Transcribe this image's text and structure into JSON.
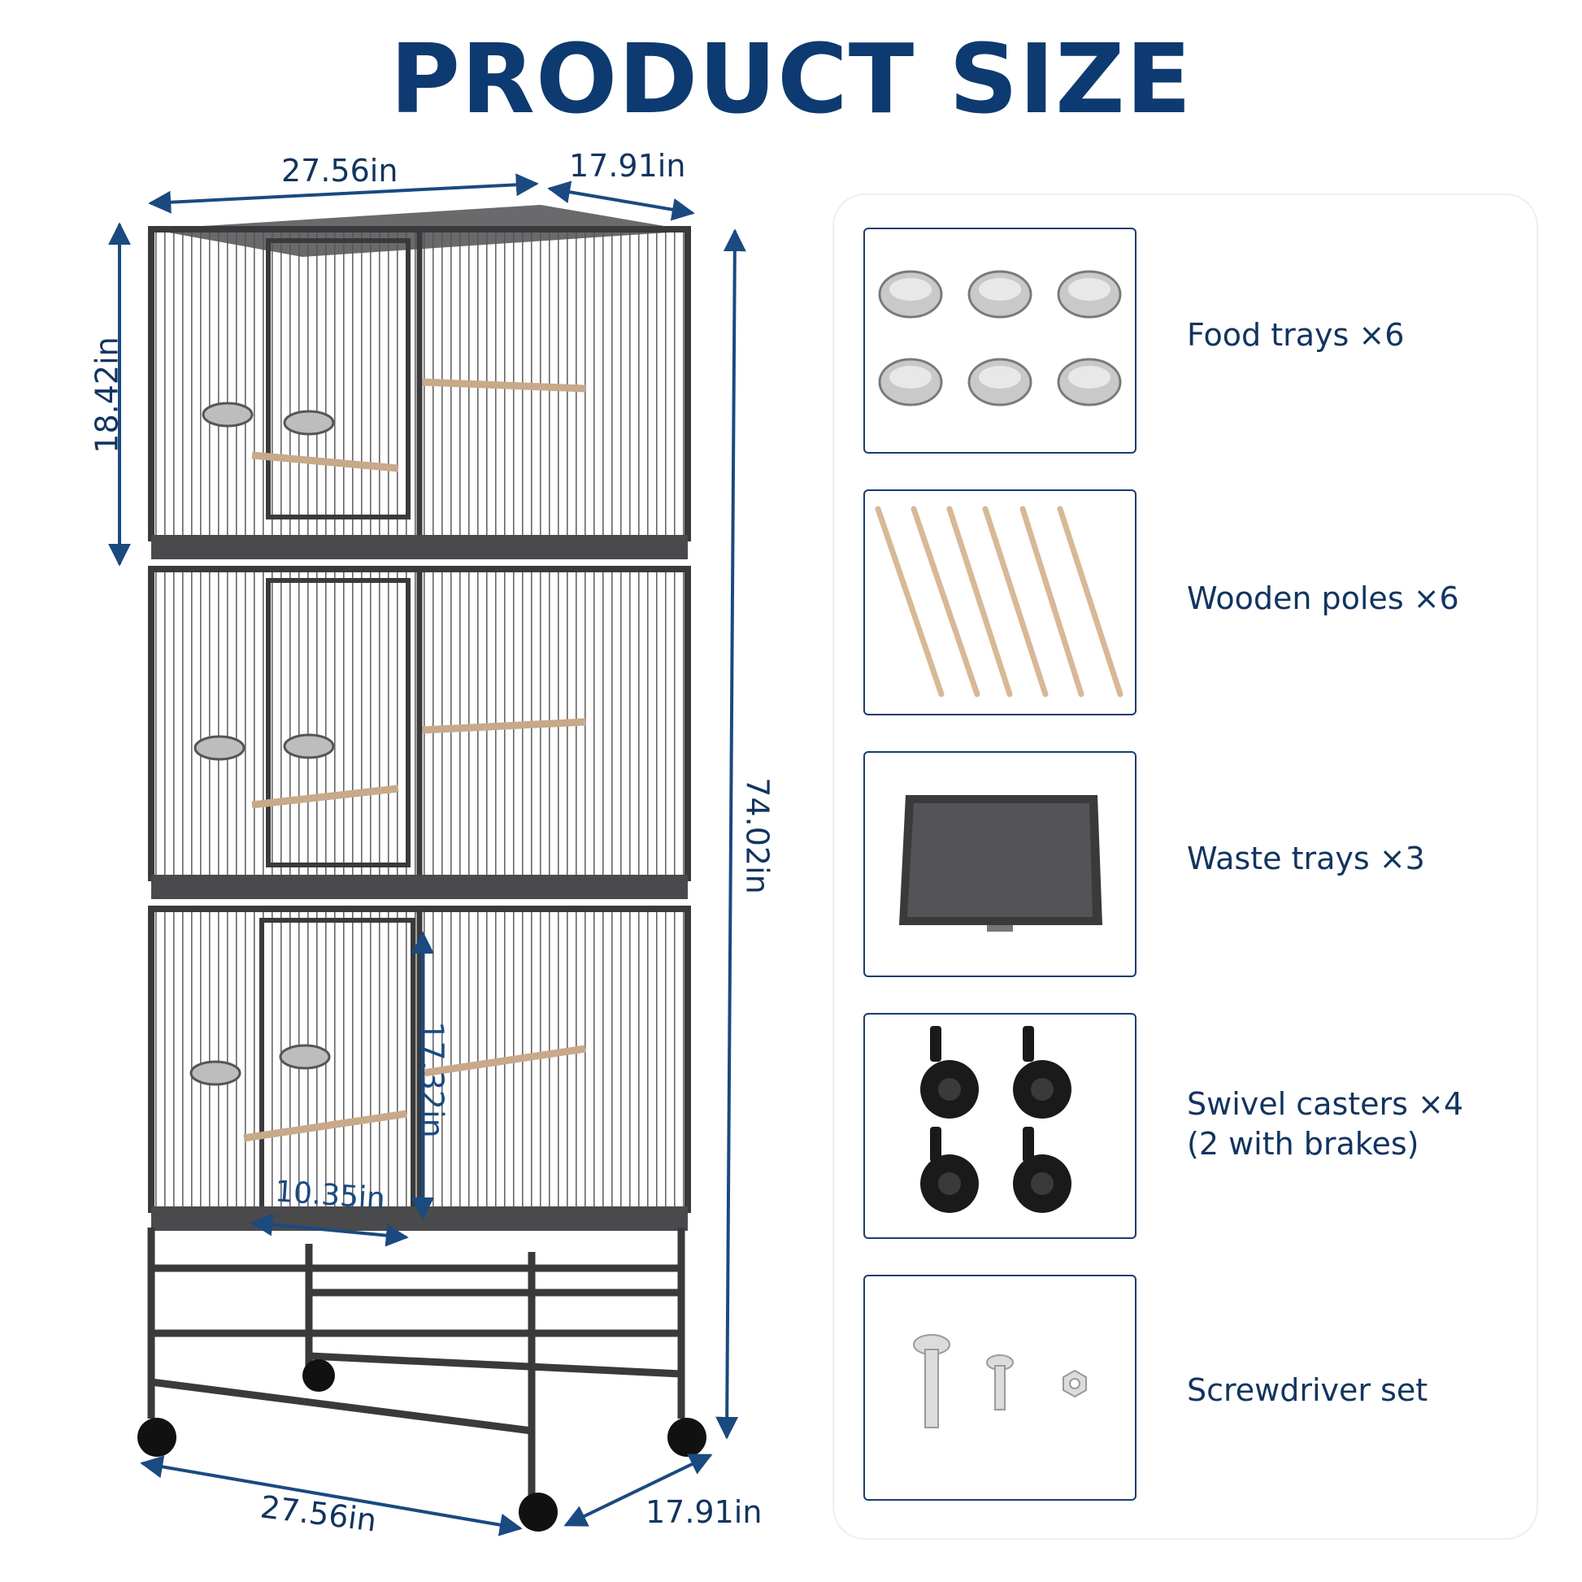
{
  "title": "PRODUCT SIZE",
  "dimensions": {
    "top_width": "27.56in",
    "top_depth": "17.91in",
    "tier_height": "18.42in",
    "total_height": "74.02in",
    "door_height": "17.32in",
    "door_width": "10.35in",
    "bottom_width": "27.56in",
    "bottom_depth": "17.91in"
  },
  "accessories": [
    {
      "label": "Food trays ×6",
      "icon": "food-bowl-icon"
    },
    {
      "label": "Wooden poles ×6",
      "icon": "wooden-pole-icon"
    },
    {
      "label": "Waste trays ×3",
      "icon": "waste-tray-icon"
    },
    {
      "label": "Swivel casters ×4\n(2 with brakes)",
      "icon": "caster-wheel-icon"
    },
    {
      "label": "Screwdriver set",
      "icon": "screw-icon"
    }
  ],
  "colors": {
    "title": "#0d3a70",
    "dimension_line": "#1a4a80",
    "cage_frame": "#3a3a3c",
    "box_border": "#1a3d6b"
  }
}
